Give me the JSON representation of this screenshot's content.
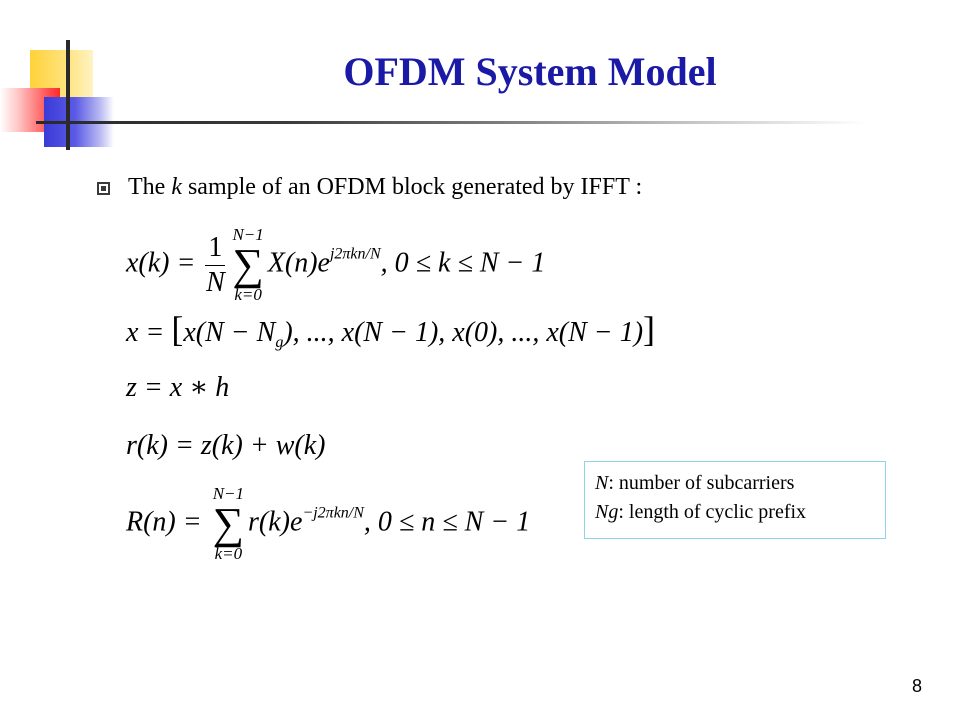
{
  "slide": {
    "title": "OFDM System Model",
    "bullet": {
      "prefix": "The ",
      "italic_var": "k",
      "suffix": " sample of an OFDM block generated by IFFT :"
    },
    "page_number": "8"
  },
  "notes": {
    "line1_var": "N",
    "line1_text": ": number of subcarriers",
    "line2_var": "Ng",
    "line2_text": ": length of cyclic prefix"
  },
  "colors": {
    "title": "#1a1aa6",
    "note_border": "#8fd4e6",
    "deco_yellow": "#ffd23a",
    "deco_red": "#ff2a2a",
    "deco_blue": "#3a3ad8"
  },
  "equations": {
    "eq1": {
      "lhs": "x(k) = ",
      "frac_num": "1",
      "frac_den": "N",
      "sum_upper": "N−1",
      "sum_lower": "k=0",
      "term": "X(n)e",
      "exponent": "j2πkn/N",
      "condition": ", 0 ≤ k ≤ N − 1"
    },
    "eq2": {
      "lhs": "x = ",
      "open": "[",
      "p1": "x(N − N",
      "p1_sub": "g",
      "rest": "), ..., x(N − 1), x(0), ..., x(N − 1)",
      "close": "]"
    },
    "eq3": {
      "text": "z = x ∗ h"
    },
    "eq4": {
      "text": "r(k) = z(k) + w(k)"
    },
    "eq5": {
      "lhs": "R(n) = ",
      "sum_upper": "N−1",
      "sum_lower": "k=0",
      "term": "r(k)e",
      "exponent": "−j2πkn/N",
      "condition": ", 0 ≤ n ≤ N − 1"
    }
  }
}
